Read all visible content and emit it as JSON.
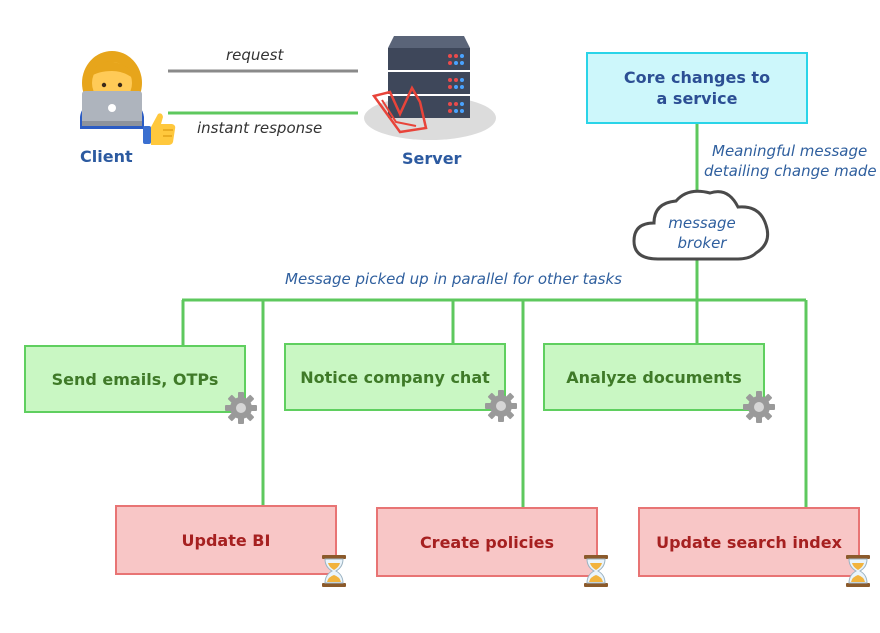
{
  "client": {
    "label": "Client"
  },
  "server": {
    "label": "Server"
  },
  "arrows": {
    "request": "request",
    "response": "instant response"
  },
  "core": {
    "line1": "Core changes to",
    "line2": "a service"
  },
  "message_note": {
    "line1": "Meaningful message",
    "line2": "detailing change made"
  },
  "broker": {
    "line1": "message",
    "line2": "broker"
  },
  "parallel_note": "Message picked up in parallel for other tasks",
  "sync_tasks": [
    "Send emails, OTPs",
    "Notice company chat",
    "Analyze documents"
  ],
  "async_tasks": [
    "Update BI",
    "Create policies",
    "Update search index"
  ],
  "colors": {
    "line_green": "#5ec85e",
    "line_grey": "#8a8a8a",
    "sync_fill": "#c9f7c3",
    "async_fill": "#f8c6c6",
    "core_fill": "#cdf7fb"
  },
  "icons": [
    "woman-technologist-icon",
    "thumbs-up-icon",
    "server-rack-icon",
    "gear-icon",
    "hourglass-icon",
    "cloud-icon"
  ]
}
